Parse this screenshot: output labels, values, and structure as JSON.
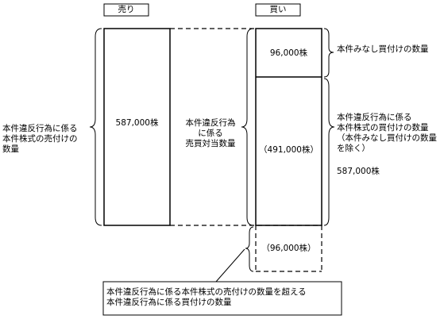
{
  "columns": {
    "sell_header": "売り",
    "buy_header": "買い"
  },
  "sell_column": {
    "quantity": "587,000株"
  },
  "buy_column": {
    "top_quantity": "96,000株",
    "middle_quantity": "（491,000株）",
    "bottom_quantity": "（96,000株）"
  },
  "labels": {
    "left_brace_label": "本件違反行為に係る\n本件株式の売付けの\n数量",
    "middle_brace_label": "本件違反行為\nに係る\n売買対当数量",
    "right_top_label": "本件みなし買付けの数量",
    "right_middle_label": "本件違反行為に係る\n本件株式の買付けの数量\n（本件みなし買付けの数量\nを除く）",
    "right_middle_total": "587,000株",
    "callout_label": "本件違反行為に係る本件株式の売付けの数量を超える\n本件違反行為に係る買付けの数量"
  }
}
